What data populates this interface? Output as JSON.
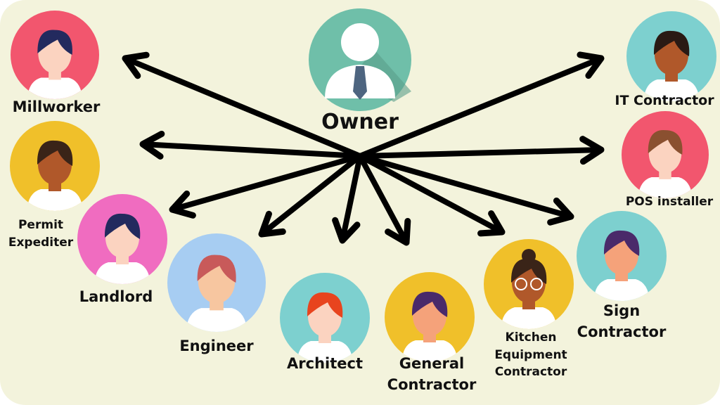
{
  "owner": {
    "label": "Owner",
    "color": "#6fbfa9",
    "icon": "owner-avatar-icon"
  },
  "roles": [
    {
      "id": "millworker",
      "lines": [
        "Millworker"
      ],
      "color": "#f2566e",
      "skin": "#fbd3c0",
      "hair": "#232a5e"
    },
    {
      "id": "permit-expediter",
      "lines": [
        "Permit",
        "Expediter"
      ],
      "color": "#f0c02a",
      "skin": "#b0582a",
      "hair": "#3a2418"
    },
    {
      "id": "landlord",
      "lines": [
        "Landlord"
      ],
      "color": "#f06cc0",
      "skin": "#fbd3c0",
      "hair": "#232a5e"
    },
    {
      "id": "engineer",
      "lines": [
        "Engineer"
      ],
      "color": "#a7cdf2",
      "skin": "#f7c6a0",
      "hair": "#c85a5a"
    },
    {
      "id": "architect",
      "lines": [
        "Architect"
      ],
      "color": "#7dd0cf",
      "skin": "#fbd3c0",
      "hair": "#e8441e"
    },
    {
      "id": "general-contractor",
      "lines": [
        "General",
        "Contractor"
      ],
      "color": "#f0c02a",
      "skin": "#f5a27a",
      "hair": "#4a2a6a"
    },
    {
      "id": "kitchen-equipment-contractor",
      "lines": [
        "Kitchen",
        "Equipment",
        "Contractor"
      ],
      "color": "#f0c02a",
      "skin": "#b0582a",
      "hair": "#3a2418"
    },
    {
      "id": "sign-contractor",
      "lines": [
        "Sign",
        "Contractor"
      ],
      "color": "#7dd0cf",
      "skin": "#f5a27a",
      "hair": "#4a2a6a"
    },
    {
      "id": "pos-installer",
      "lines": [
        "POS installer"
      ],
      "color": "#f2566e",
      "skin": "#fbd3c0",
      "hair": "#8a5030"
    },
    {
      "id": "it-contractor",
      "lines": [
        "IT Contractor"
      ],
      "color": "#7dd0cf",
      "skin": "#b0582a",
      "hair": "#2a1a14"
    }
  ]
}
